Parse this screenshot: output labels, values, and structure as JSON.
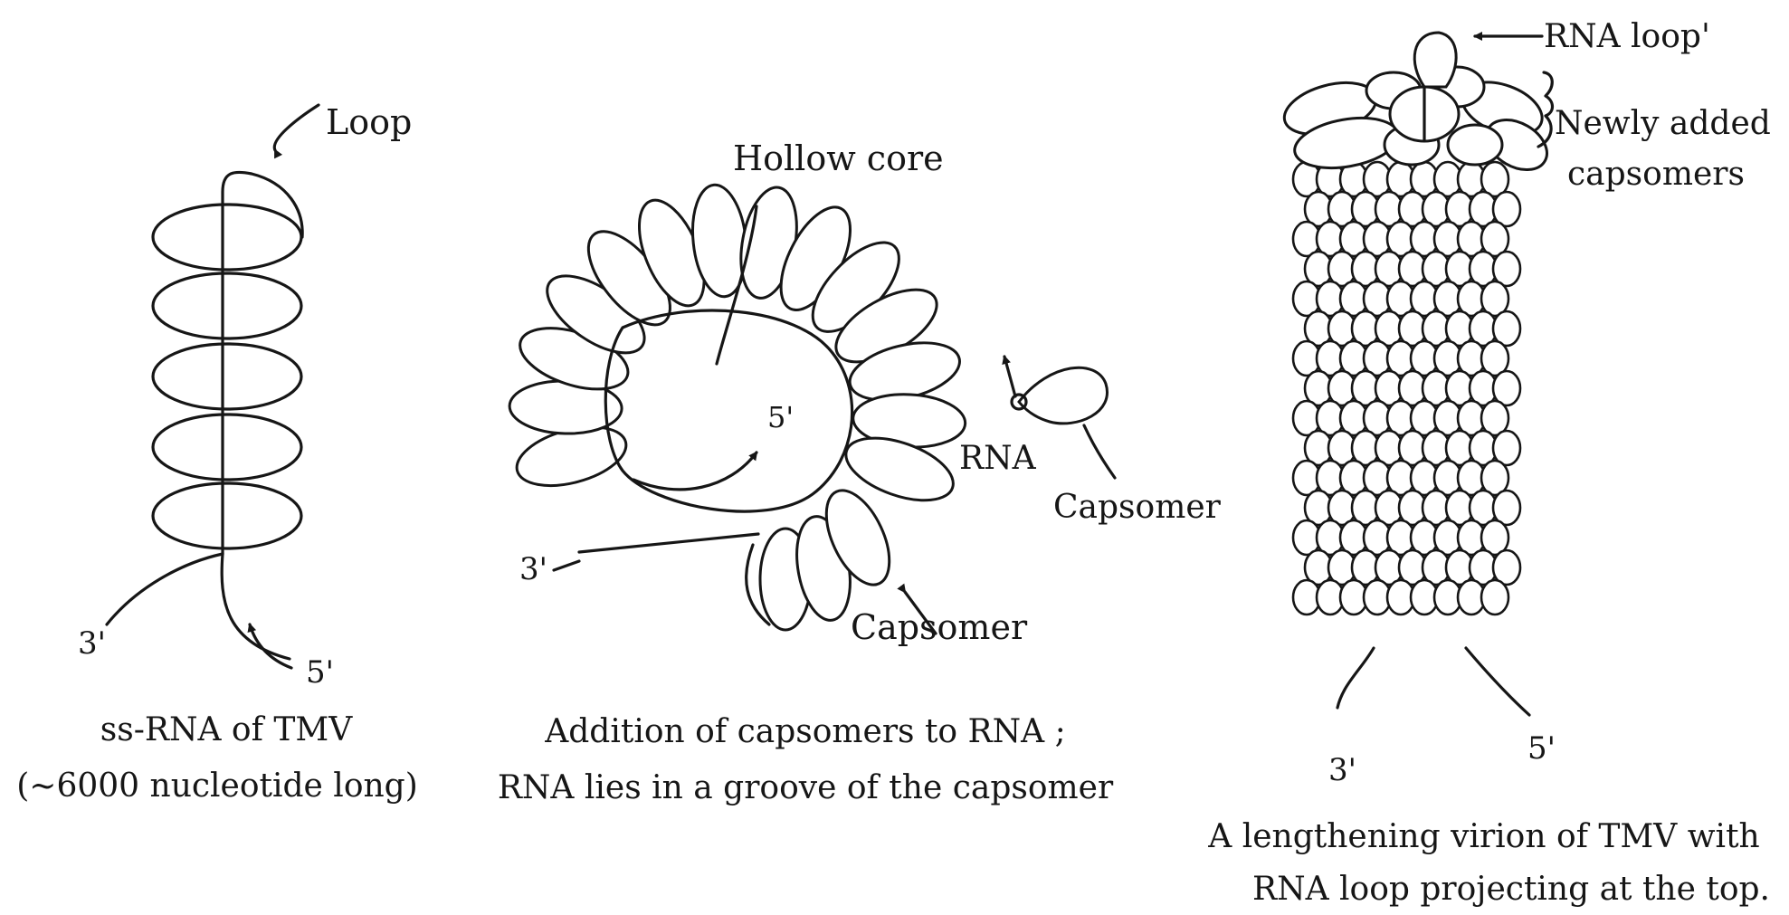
{
  "panel1": {
    "loop_label": "Loop",
    "end_3": "3'",
    "end_5": "5'",
    "caption_line1": "ss-RNA of TMV",
    "caption_line2": "(~6000 nucleotide long)"
  },
  "panel2": {
    "hollow_core_label": "Hollow core",
    "end_5": "5'",
    "end_3": "3'",
    "capsomer_label": "Capsomer",
    "rna_label": "RNA",
    "capsomer_label_small": "Capsomer",
    "caption_line1": "Addition of capsomers to RNA ;",
    "caption_line2": "RNA lies in a groove of the capsomer"
  },
  "panel3": {
    "rna_loop_label": "RNA loop'",
    "newly_added_line1": "Newly added",
    "newly_added_line2": "capsomers",
    "end_3": "3'",
    "end_5": "5'",
    "caption_line1": "A lengthening virion of TMV with",
    "caption_line2": "RNA loop projecting at the top."
  }
}
